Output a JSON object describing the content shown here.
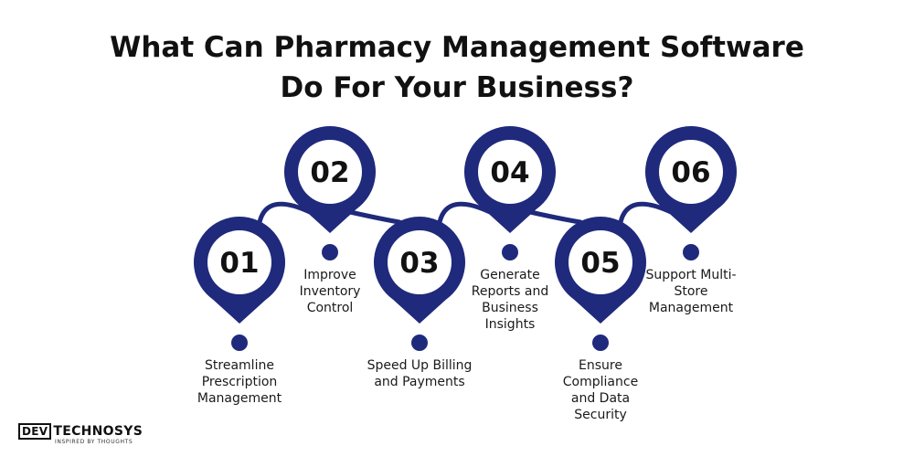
{
  "title_lines": [
    "What Can Pharmacy Management Software",
    "Do For Your Business?"
  ],
  "colors": {
    "pin": "#1f2a7c",
    "pin_inner": "#ffffff",
    "connector": "#1f2a7c",
    "text": "#111111"
  },
  "steps": [
    {
      "number": "01",
      "lines": [
        "Streamline",
        "Prescription",
        "Management"
      ]
    },
    {
      "number": "02",
      "lines": [
        "Improve",
        "Inventory",
        "Control"
      ]
    },
    {
      "number": "03",
      "lines": [
        "Speed Up Billing",
        "and Payments"
      ]
    },
    {
      "number": "04",
      "lines": [
        "Generate",
        "Reports and",
        "Business",
        "Insights"
      ]
    },
    {
      "number": "05",
      "lines": [
        "Ensure",
        "Compliance",
        "and Data",
        "Security"
      ]
    },
    {
      "number": "06",
      "lines": [
        "Support Multi-",
        "Store",
        "Management"
      ]
    }
  ],
  "logo": {
    "box_text": "DEV",
    "main_text": "TECHNOSYS",
    "tagline": "INSPIRED BY THOUGHTS"
  }
}
